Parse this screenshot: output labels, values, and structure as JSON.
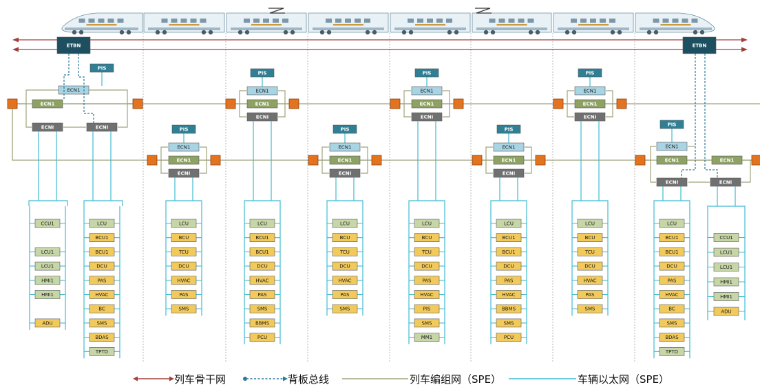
{
  "colors": {
    "backbone": "#a0403a",
    "backplane": "#2c7a9a",
    "consist": "#9fa47a",
    "ethernet": "#3fbbd2",
    "switch_orange": "#e4731f",
    "box_blue": "#a9d4e4",
    "box_green": "#8ea264",
    "box_gray": "#707070",
    "box_teal": "#2f7f95",
    "dev_green": "#c7d6a7",
    "dev_yellow": "#f2ca5c",
    "etbn_box": "#1d4f60"
  },
  "etbn_label": "ETBN",
  "pis_label": "PIS",
  "ecn_label": "ECN1",
  "ecni_label": "ECNI",
  "cars": [
    {
      "ecn_rows": [
        "ECNI",
        "ECNI"
      ],
      "left_devices": [
        {
          "label": "CCU1",
          "color": "green",
          "slot": 0
        },
        {
          "label": "LCU1",
          "color": "green",
          "slot": 2
        },
        {
          "label": "LCU1",
          "color": "green",
          "slot": 3
        },
        {
          "label": "HMI1",
          "color": "green",
          "slot": 4
        },
        {
          "label": "HMI1",
          "color": "green",
          "slot": 5
        },
        {
          "label": "ADU",
          "color": "yellow",
          "slot": 7
        }
      ],
      "right_devices": [
        {
          "label": "LCU",
          "color": "green"
        },
        {
          "label": "BCU1",
          "color": "yellow"
        },
        {
          "label": "BCU1",
          "color": "yellow"
        },
        {
          "label": "DCU",
          "color": "yellow"
        },
        {
          "label": "PAS",
          "color": "yellow"
        },
        {
          "label": "HVAC",
          "color": "yellow"
        },
        {
          "label": "BC",
          "color": "yellow"
        },
        {
          "label": "SMS",
          "color": "yellow"
        },
        {
          "label": "BDAS",
          "color": "yellow"
        },
        {
          "label": "TPTD",
          "color": "green"
        }
      ]
    },
    {
      "devices": [
        {
          "label": "LCU",
          "color": "green"
        },
        {
          "label": "BCU",
          "color": "yellow"
        },
        {
          "label": "TCU",
          "color": "yellow"
        },
        {
          "label": "DCU",
          "color": "yellow"
        },
        {
          "label": "HVAC",
          "color": "yellow"
        },
        {
          "label": "PAS",
          "color": "yellow"
        },
        {
          "label": "SMS",
          "color": "yellow"
        }
      ]
    },
    {
      "devices": [
        {
          "label": "LCU",
          "color": "green"
        },
        {
          "label": "BCU1",
          "color": "yellow"
        },
        {
          "label": "BCU1",
          "color": "yellow"
        },
        {
          "label": "DCU",
          "color": "yellow"
        },
        {
          "label": "HVAC",
          "color": "yellow"
        },
        {
          "label": "PAS",
          "color": "yellow"
        },
        {
          "label": "SMS",
          "color": "yellow"
        },
        {
          "label": "BBMS",
          "color": "yellow"
        },
        {
          "label": "PCU",
          "color": "yellow"
        }
      ]
    },
    {
      "devices": [
        {
          "label": "LCU",
          "color": "green"
        },
        {
          "label": "BCU",
          "color": "yellow"
        },
        {
          "label": "TCU",
          "color": "yellow"
        },
        {
          "label": "DCU",
          "color": "yellow"
        },
        {
          "label": "HVAC",
          "color": "yellow"
        },
        {
          "label": "PAS",
          "color": "yellow"
        },
        {
          "label": "SMS",
          "color": "yellow"
        }
      ]
    },
    {
      "devices": [
        {
          "label": "LCU",
          "color": "green"
        },
        {
          "label": "BCU",
          "color": "yellow"
        },
        {
          "label": "TCU",
          "color": "yellow"
        },
        {
          "label": "DCU",
          "color": "yellow"
        },
        {
          "label": "PAS",
          "color": "yellow"
        },
        {
          "label": "HVAC",
          "color": "yellow"
        },
        {
          "label": "PIS",
          "color": "yellow"
        },
        {
          "label": "SMS",
          "color": "yellow"
        },
        {
          "label": "MM1",
          "color": "green"
        }
      ]
    },
    {
      "devices": [
        {
          "label": "LCU",
          "color": "green"
        },
        {
          "label": "BCU1",
          "color": "yellow"
        },
        {
          "label": "BCU1",
          "color": "yellow"
        },
        {
          "label": "DCU",
          "color": "yellow"
        },
        {
          "label": "PAS",
          "color": "yellow"
        },
        {
          "label": "HVAC",
          "color": "yellow"
        },
        {
          "label": "BBMS",
          "color": "yellow"
        },
        {
          "label": "SMS",
          "color": "yellow"
        },
        {
          "label": "PCU",
          "color": "yellow"
        }
      ]
    },
    {
      "devices": [
        {
          "label": "LCU",
          "color": "green"
        },
        {
          "label": "BCU",
          "color": "yellow"
        },
        {
          "label": "TCU",
          "color": "yellow"
        },
        {
          "label": "DCU",
          "color": "yellow"
        },
        {
          "label": "HVAC",
          "color": "yellow"
        },
        {
          "label": "PAS",
          "color": "yellow"
        },
        {
          "label": "SMS",
          "color": "yellow"
        }
      ]
    },
    {
      "ecn_rows": [
        "ECNI",
        "ECNI"
      ],
      "left_devices": [
        {
          "label": "LCU",
          "color": "green"
        },
        {
          "label": "BCU1",
          "color": "yellow"
        },
        {
          "label": "BCU1",
          "color": "yellow"
        },
        {
          "label": "DCU",
          "color": "yellow"
        },
        {
          "label": "PAS",
          "color": "yellow"
        },
        {
          "label": "HVAC",
          "color": "yellow"
        },
        {
          "label": "BC",
          "color": "yellow"
        },
        {
          "label": "SMS",
          "color": "yellow"
        },
        {
          "label": "BDAS",
          "color": "yellow"
        },
        {
          "label": "TPTD",
          "color": "green"
        }
      ],
      "right_devices": [
        {
          "label": "CCU1",
          "color": "green",
          "slot": 1
        },
        {
          "label": "LCU1",
          "color": "green",
          "slot": 2
        },
        {
          "label": "LCU1",
          "color": "green",
          "slot": 3
        },
        {
          "label": "HMI1",
          "color": "green",
          "slot": 4
        },
        {
          "label": "HMI1",
          "color": "green",
          "slot": 5
        },
        {
          "label": "ADU",
          "color": "yellow",
          "slot": 6
        }
      ]
    }
  ],
  "legend": {
    "backbone": "列车骨干网",
    "backplane": "背板总线",
    "consist": "列车编组网（SPE）",
    "ethernet": "车辆以太网（SPE）"
  }
}
